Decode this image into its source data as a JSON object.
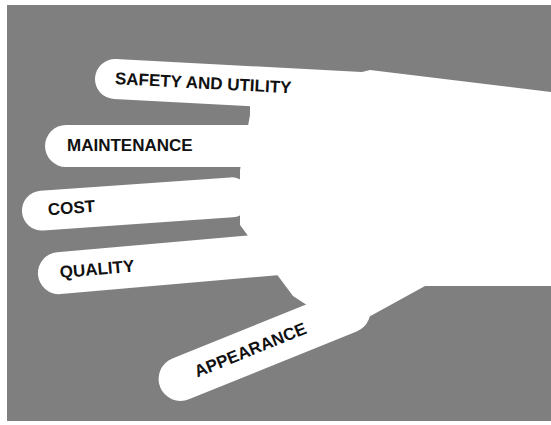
{
  "diagram": {
    "nodes": [
      {
        "text": [
          "SAFETY AND UTILITY"
        ]
      },
      {
        "text": [
          "MAINTENANCE"
        ]
      },
      {
        "text": [
          "COST"
        ]
      },
      {
        "text": [
          "QUALITY"
        ]
      },
      {
        "text": [
          "APPEARANCE"
        ]
      }
    ]
  }
}
